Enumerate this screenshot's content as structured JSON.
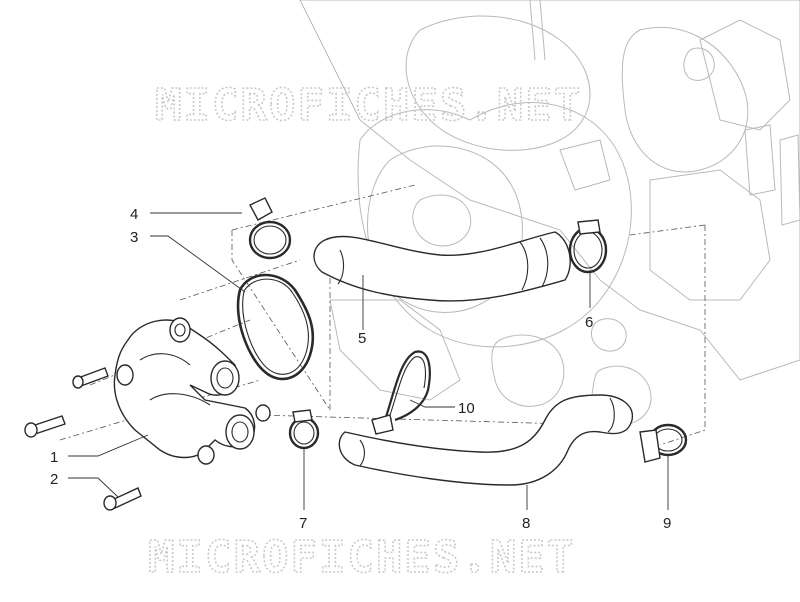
{
  "watermark": {
    "top": "MICROFICHES.NET",
    "bottom": "MICROFICHES.NET"
  },
  "callouts": [
    {
      "id": "1",
      "label": "1"
    },
    {
      "id": "2",
      "label": "2"
    },
    {
      "id": "3",
      "label": "3"
    },
    {
      "id": "4",
      "label": "4"
    },
    {
      "id": "5",
      "label": "5"
    },
    {
      "id": "6",
      "label": "6"
    },
    {
      "id": "7",
      "label": "7"
    },
    {
      "id": "8",
      "label": "8"
    },
    {
      "id": "9",
      "label": "9"
    },
    {
      "id": "10",
      "label": "10"
    }
  ]
}
